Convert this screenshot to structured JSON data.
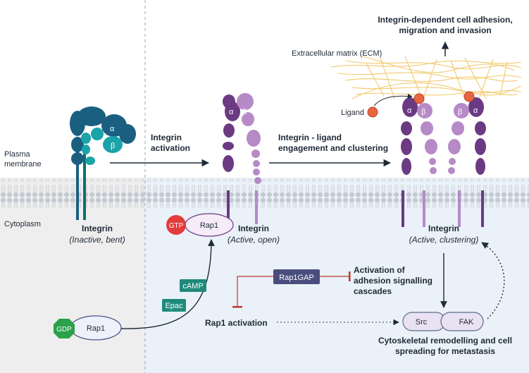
{
  "regions": {
    "plasma_membrane": "Plasma\nmembrane",
    "cytoplasm": "Cytoplasm",
    "ecm": "Extracellular matrix (ECM)"
  },
  "integrins": {
    "inactive": {
      "title": "Integrin",
      "state": "(Inactive, bent)"
    },
    "active": {
      "title": "Integrin",
      "state": "(Active, open)"
    },
    "clustering": {
      "title": "Integrin",
      "state": "(Active, clustering)"
    },
    "alpha": "α",
    "beta": "β"
  },
  "arrows": {
    "activation": "Integrin\nactivation",
    "ligand_engagement": "Integrin - ligand\nengagement and clustering",
    "outcome": "Integrin-dependent cell adhesion,\nmigration and invasion"
  },
  "labels": {
    "ligand": "Ligand",
    "gtp": "GTP",
    "rap1_active": "Rap1",
    "gdp": "GDP",
    "rap1_inactive": "Rap1",
    "camp": "cAMP",
    "epac": "Epac",
    "rap1gap": "Rap1GAP",
    "rap1_activation": "Rap1 activation",
    "cascades": "Activation of\nadhesion signalling\ncascades",
    "src": "Src",
    "fak": "FAK",
    "remodelling": "Cytoskeletal remodelling and cell\nspreading for metastasis"
  },
  "colors": {
    "inactive_integrin": "#1a5f80",
    "inactive_integrin_light": "#1aa3a8",
    "alpha_integrin": "#6b3a83",
    "beta_integrin": "#b68ac6",
    "membrane": "#b9c0c7",
    "cytoplasm_right": "#e9f0f8",
    "cytoplasm_left": "#efefef",
    "gtp": "#e23c3c",
    "gdp": "#2aa14a",
    "teal_box": "#1f8a7c",
    "rap1gap_box": "#4a4e7d",
    "inhibit": "#c0392b",
    "ligand": "#e8663f",
    "ecm_fiber": "#f3c868"
  }
}
